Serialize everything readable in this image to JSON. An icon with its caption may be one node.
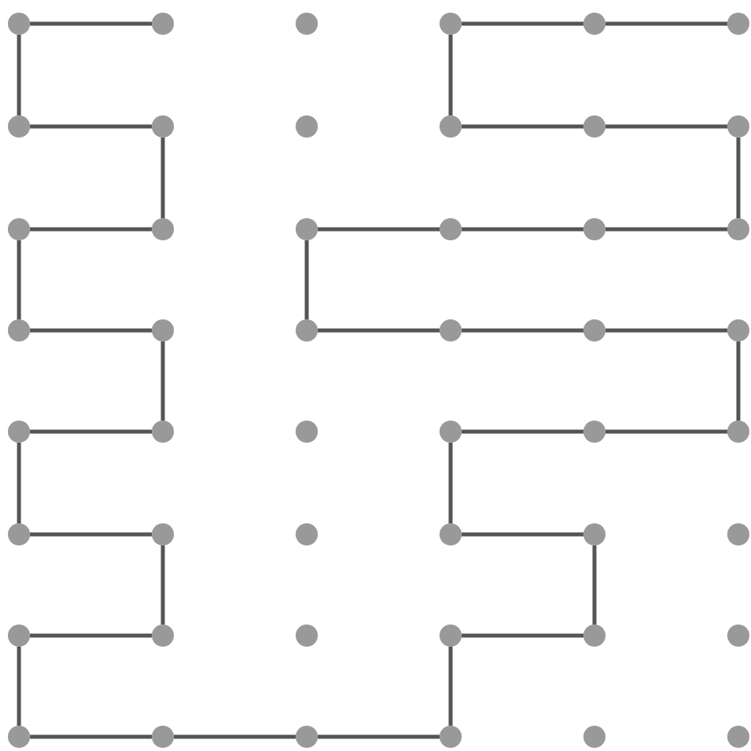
{
  "diagram": {
    "nodes": [
      {
        "text": [],
        "shape": "circle"
      },
      {
        "text": [],
        "shape": "circle"
      },
      {
        "text": [],
        "shape": "circle"
      },
      {
        "text": [],
        "shape": "circle"
      },
      {
        "text": [],
        "shape": "circle"
      },
      {
        "text": [],
        "shape": "circle"
      },
      {
        "text": [],
        "shape": "circle"
      },
      {
        "text": [],
        "shape": "circle"
      },
      {
        "text": [],
        "shape": "circle"
      },
      {
        "text": [],
        "shape": "circle"
      },
      {
        "text": [],
        "shape": "circle"
      },
      {
        "text": [],
        "shape": "circle"
      },
      {
        "text": [],
        "shape": "circle"
      },
      {
        "text": [],
        "shape": "circle"
      },
      {
        "text": [],
        "shape": "circle"
      },
      {
        "text": [],
        "shape": "circle"
      },
      {
        "text": [],
        "shape": "circle"
      },
      {
        "text": [],
        "shape": "circle"
      },
      {
        "text": [],
        "shape": "circle"
      },
      {
        "text": [],
        "shape": "circle"
      },
      {
        "text": [],
        "shape": "circle"
      },
      {
        "text": [],
        "shape": "circle"
      },
      {
        "text": [],
        "shape": "circle"
      },
      {
        "text": [],
        "shape": "circle"
      },
      {
        "text": [],
        "shape": "circle"
      },
      {
        "text": [],
        "shape": "circle"
      },
      {
        "text": [],
        "shape": "circle"
      },
      {
        "text": [],
        "shape": "circle"
      },
      {
        "text": [],
        "shape": "circle"
      },
      {
        "text": [],
        "shape": "circle"
      },
      {
        "text": [],
        "shape": "circle"
      },
      {
        "text": [],
        "shape": "circle"
      },
      {
        "text": [],
        "shape": "circle"
      },
      {
        "text": [],
        "shape": "circle"
      },
      {
        "text": [],
        "shape": "circle"
      },
      {
        "text": [],
        "shape": "circle"
      },
      {
        "text": [],
        "shape": "circle"
      },
      {
        "text": [],
        "shape": "circle"
      },
      {
        "text": [],
        "shape": "circle"
      },
      {
        "text": [],
        "shape": "circle"
      },
      {
        "text": [],
        "shape": "circle"
      },
      {
        "text": [],
        "shape": "circle"
      },
      {
        "text": [],
        "shape": "circle"
      },
      {
        "text": [],
        "shape": "circle"
      },
      {
        "text": [],
        "shape": "circle"
      },
      {
        "text": [],
        "shape": "circle"
      },
      {
        "text": [],
        "shape": "circle"
      },
      {
        "text": [],
        "shape": "circle"
      }
    ],
    "edges": [
      {
        "from": 0,
        "to": 1,
        "arrow": "none"
      },
      {
        "from": 0,
        "to": 6,
        "arrow": "none"
      },
      {
        "from": 6,
        "to": 7,
        "arrow": "none"
      },
      {
        "from": 7,
        "to": 13,
        "arrow": "none"
      },
      {
        "from": 13,
        "to": 12,
        "arrow": "none"
      },
      {
        "from": 12,
        "to": 18,
        "arrow": "none"
      },
      {
        "from": 18,
        "to": 19,
        "arrow": "none"
      },
      {
        "from": 19,
        "to": 25,
        "arrow": "none"
      },
      {
        "from": 25,
        "to": 24,
        "arrow": "none"
      },
      {
        "from": 24,
        "to": 30,
        "arrow": "none"
      },
      {
        "from": 30,
        "to": 31,
        "arrow": "none"
      },
      {
        "from": 31,
        "to": 37,
        "arrow": "none"
      },
      {
        "from": 37,
        "to": 36,
        "arrow": "none"
      },
      {
        "from": 36,
        "to": 42,
        "arrow": "none"
      },
      {
        "from": 42,
        "to": 43,
        "arrow": "none"
      },
      {
        "from": 43,
        "to": 44,
        "arrow": "none"
      },
      {
        "from": 44,
        "to": 45,
        "arrow": "none"
      },
      {
        "from": 45,
        "to": 39,
        "arrow": "none"
      },
      {
        "from": 39,
        "to": 40,
        "arrow": "none"
      },
      {
        "from": 40,
        "to": 34,
        "arrow": "none"
      },
      {
        "from": 34,
        "to": 33,
        "arrow": "none"
      },
      {
        "from": 33,
        "to": 27,
        "arrow": "none"
      },
      {
        "from": 27,
        "to": 28,
        "arrow": "none"
      },
      {
        "from": 28,
        "to": 29,
        "arrow": "none"
      },
      {
        "from": 29,
        "to": 23,
        "arrow": "none"
      },
      {
        "from": 23,
        "to": 22,
        "arrow": "none"
      },
      {
        "from": 22,
        "to": 21,
        "arrow": "none"
      },
      {
        "from": 21,
        "to": 20,
        "arrow": "none"
      },
      {
        "from": 20,
        "to": 14,
        "arrow": "none"
      },
      {
        "from": 14,
        "to": 15,
        "arrow": "none"
      },
      {
        "from": 15,
        "to": 16,
        "arrow": "none"
      },
      {
        "from": 16,
        "to": 17,
        "arrow": "none"
      },
      {
        "from": 17,
        "to": 11,
        "arrow": "none"
      },
      {
        "from": 11,
        "to": 10,
        "arrow": "none"
      },
      {
        "from": 10,
        "to": 9,
        "arrow": "none"
      },
      {
        "from": 9,
        "to": 3,
        "arrow": "none"
      },
      {
        "from": 3,
        "to": 4,
        "arrow": "none"
      },
      {
        "from": 4,
        "to": 5,
        "arrow": "none"
      }
    ]
  }
}
